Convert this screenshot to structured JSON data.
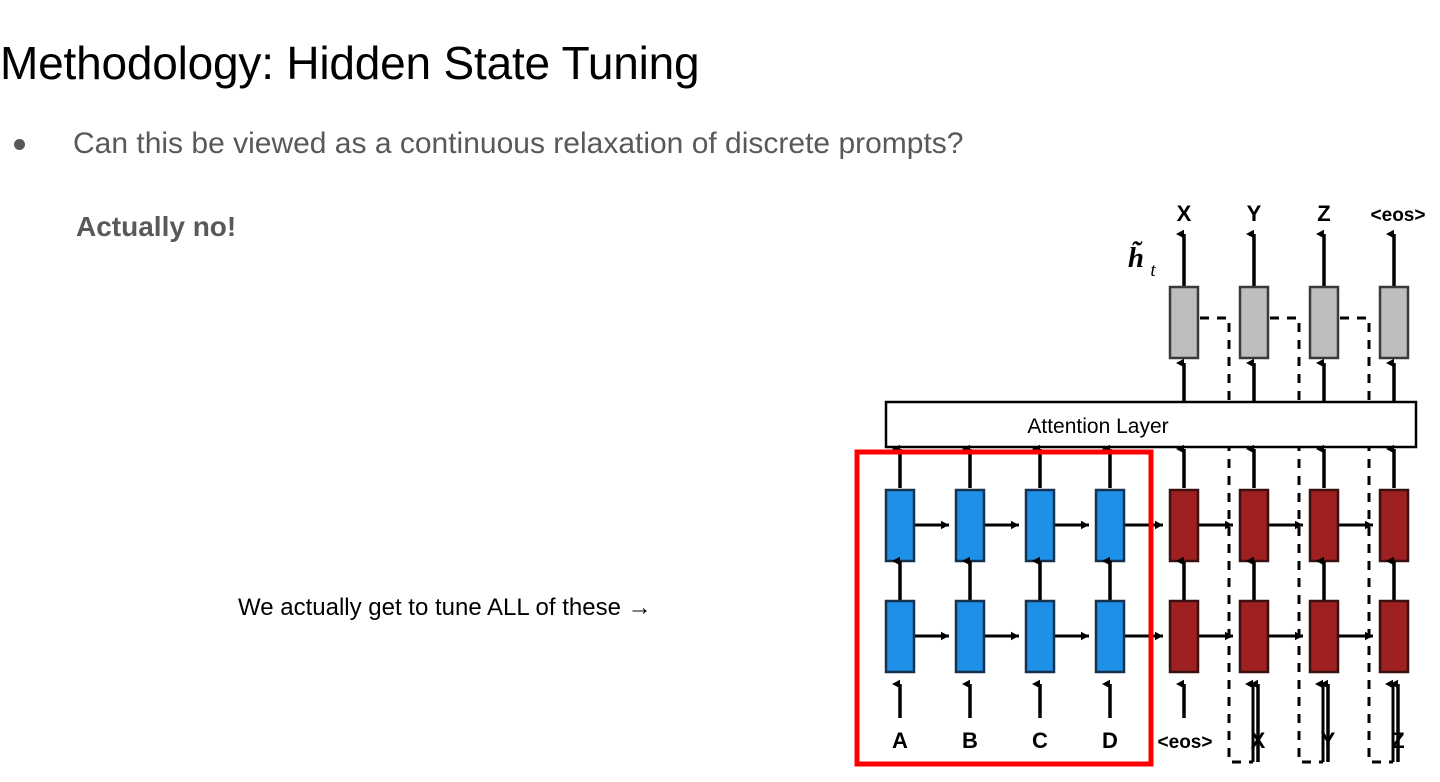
{
  "slide": {
    "title": "Methodology: Hidden State Tuning",
    "bullet": "Can this be viewed as a continuous relaxation of discrete prompts?",
    "sub_bullet": "Actually no!",
    "annotation": "We actually get to tune ALL of these →"
  },
  "colors": {
    "title_text": "#000000",
    "bullet_text": "#595959",
    "annotation_text": "#000000",
    "encoder_cell": "#1E90E8",
    "decoder_cell": "#9E2020",
    "output_cell": "#BEBEBE",
    "highlight_box": "#FF0000",
    "stroke": "#000000",
    "canvas": "#FFFFFF"
  },
  "figure": {
    "attention_layer_label": "Attention Layer",
    "hidden_state_label": "h̃",
    "hidden_state_subscript": "t",
    "output_labels": [
      "X",
      "Y",
      "Z",
      "<eos>"
    ],
    "input_labels": [
      "A",
      "B",
      "C",
      "D",
      "<eos>",
      "X",
      "Y",
      "Z"
    ],
    "encoder_inputs": [
      "A",
      "B",
      "C",
      "D"
    ],
    "decoder_inputs": [
      "<eos>",
      "X",
      "Y",
      "Z"
    ],
    "encoder_columns": 4,
    "decoder_columns": 4,
    "rnn_layers": 2,
    "highlight_covers": "encoder"
  }
}
